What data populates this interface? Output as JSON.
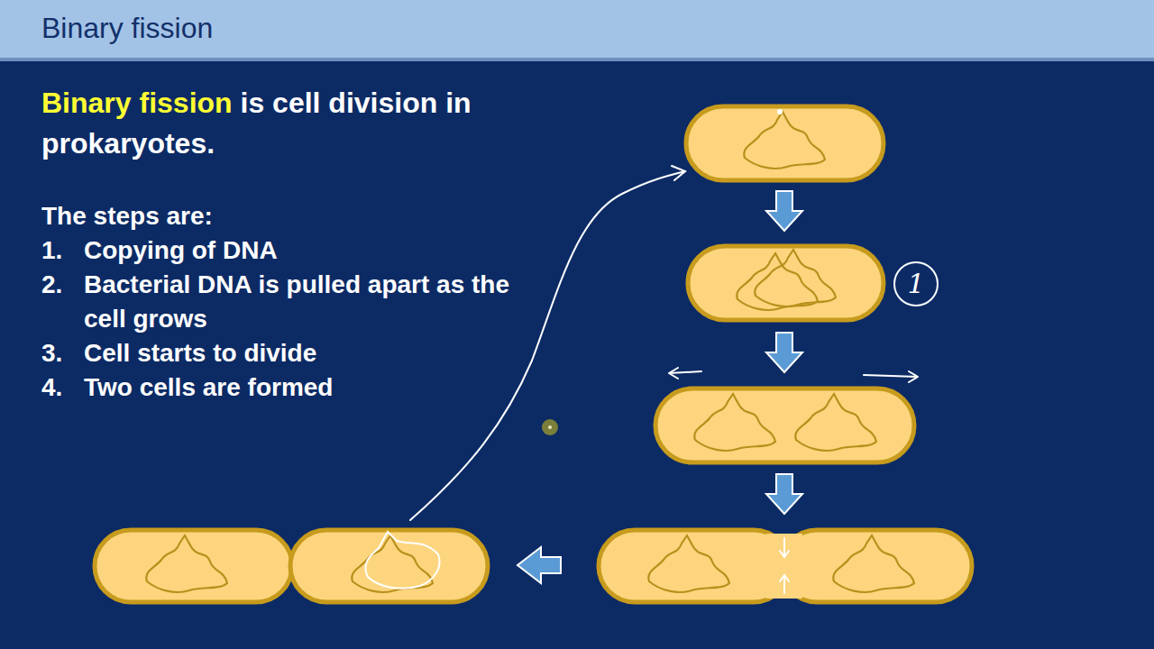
{
  "diagram": {
    "title": "Binary fission",
    "nodes": [
      {
        "text": [
          "1"
        ]
      }
    ],
    "labels": [
      "Binary fission",
      "is cell division in prokaryotes.",
      "The steps are:",
      "1.",
      "Copying of DNA",
      "2.",
      "Bacterial DNA is pulled apart as the cell grows",
      "3.",
      "Cell starts to divide",
      "4.",
      "Two cells are formed"
    ]
  }
}
